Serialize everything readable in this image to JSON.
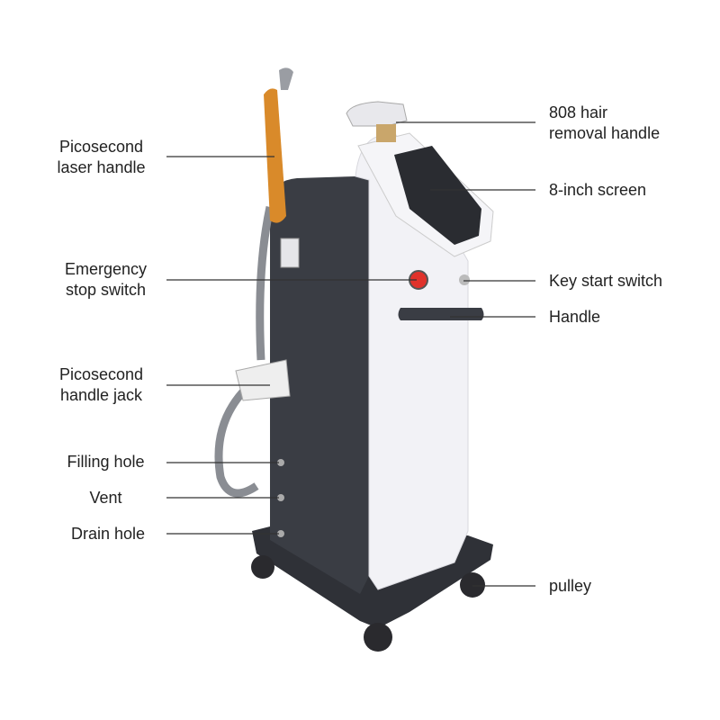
{
  "left_labels": {
    "picosecond_laser_handle": [
      "Picosecond",
      "laser handle"
    ],
    "emergency_stop_switch": [
      "Emergency",
      "stop switch"
    ],
    "picosecond_handle_jack": [
      "Picosecond",
      "handle jack"
    ],
    "filling_hole": "Filling hole",
    "vent": "Vent",
    "drain_hole": "Drain hole"
  },
  "right_labels": {
    "hair_removal_handle": [
      "808 hair",
      "removal handle"
    ],
    "screen": "8-inch screen",
    "key_start_switch": "Key start switch",
    "handle": "Handle",
    "pulley": "pulley"
  },
  "colors": {
    "body_white": "#f2f2f6",
    "panel_dark": "#3a3d44",
    "gold": "#d98a2a",
    "stop_red": "#e0322b",
    "leader_line": "#333333"
  }
}
